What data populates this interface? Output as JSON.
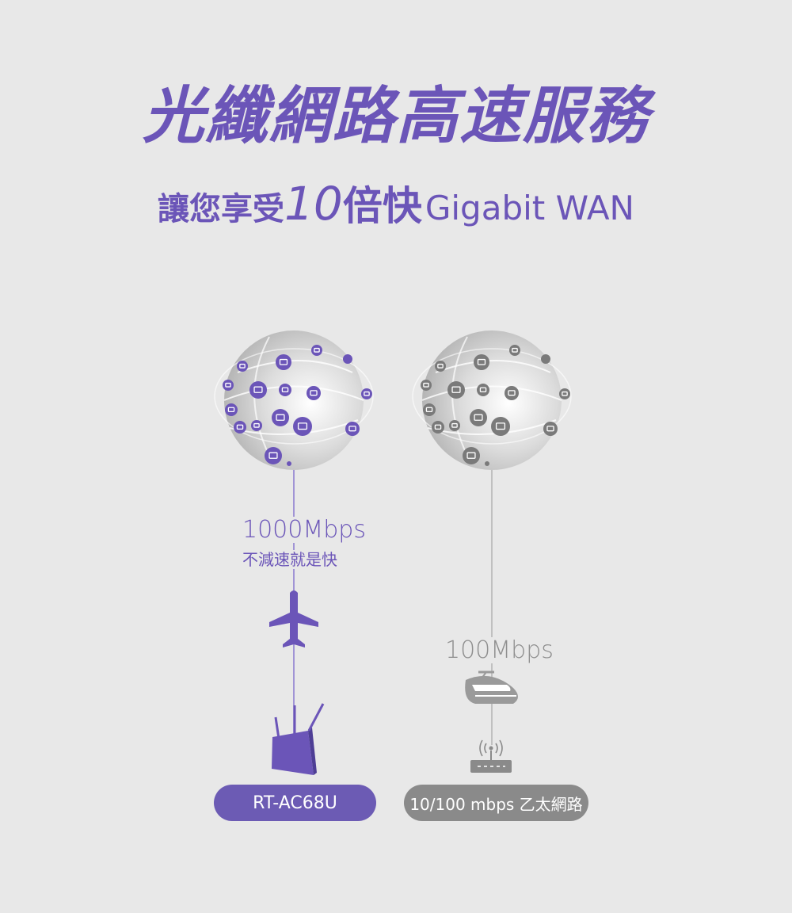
{
  "header": {
    "title": "光纖網路高速服務",
    "subtitle_prefix": "讓您享受",
    "subtitle_number": "10",
    "subtitle_fast": "倍快",
    "subtitle_suffix": "Gigabit WAN"
  },
  "gigabit_side": {
    "speed": "1000Mbps",
    "note": "不減速就是快",
    "device_label": "RT-AC68U",
    "vehicle_icon": "airplane-icon",
    "device_icon": "router-icon"
  },
  "standard_side": {
    "speed": "100Mbps",
    "device_label": "10/100 mbps 乙太網路",
    "vehicle_icon": "high-speed-train-icon",
    "device_icon": "modem-icon"
  },
  "colors": {
    "background": "#e8e8e8",
    "accent_purple": "#6b55b8",
    "gray": "#8a8a8a"
  }
}
